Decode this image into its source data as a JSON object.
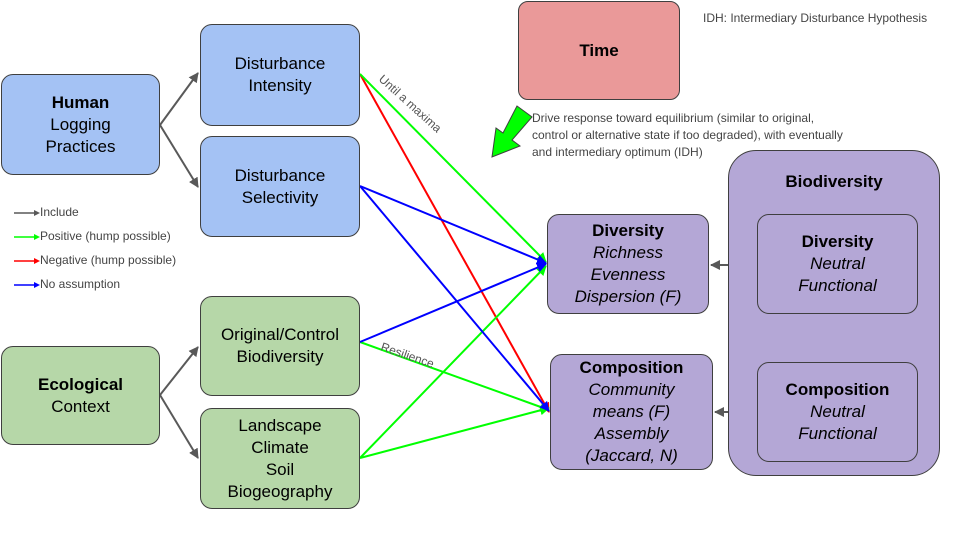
{
  "header_note": "IDH: Intermediary Disturbance Hypothesis",
  "time": {
    "title": "Time",
    "note_lines": [
      "Drive response toward equilibrium (similar to original,",
      "control or alternative state if too degraded), with eventually",
      "and intermediary optimum (IDH)"
    ]
  },
  "human": {
    "title": "Human",
    "lines": [
      "Logging",
      "Practices"
    ]
  },
  "ecological": {
    "title": "Ecological",
    "lines": [
      "Context"
    ]
  },
  "disturbance_intensity": [
    "Disturbance",
    "Intensity"
  ],
  "disturbance_selectivity": [
    "Disturbance",
    "Selectivity"
  ],
  "original_biodiversity": [
    "Original/Control",
    "Biodiversity"
  ],
  "landscape": [
    "Landscape",
    "Climate",
    "Soil",
    "Biogeography"
  ],
  "diversity_response": {
    "title": "Diversity",
    "lines": [
      "Richness",
      "Evenness",
      "Dispersion (F)"
    ]
  },
  "composition_response": {
    "title": "Composition",
    "lines": [
      "Community",
      "means (F)",
      "Assembly",
      "(Jaccard, N)"
    ]
  },
  "biodiversity": {
    "title": "Biodiversity",
    "diversity": {
      "title": "Diversity",
      "lines": [
        "Neutral",
        "Functional"
      ]
    },
    "composition": {
      "title": "Composition",
      "lines": [
        "Neutral",
        "Functional"
      ]
    }
  },
  "edge_labels": {
    "until_maxima": "Until a maxima",
    "resilience": "Resilience"
  },
  "legend": [
    {
      "label": "Include",
      "color": "#595959"
    },
    {
      "label": "Positive (hump possible)",
      "color": "#00ff00"
    },
    {
      "label": "Negative (hump possible)",
      "color": "#ff0000"
    },
    {
      "label": "No assumption",
      "color": "#0000ff"
    }
  ],
  "colors": {
    "include": "#595959",
    "positive": "#00ff00",
    "negative": "#ff0000",
    "no_assumption": "#0000ff",
    "time_arrow": "#00ff00"
  }
}
